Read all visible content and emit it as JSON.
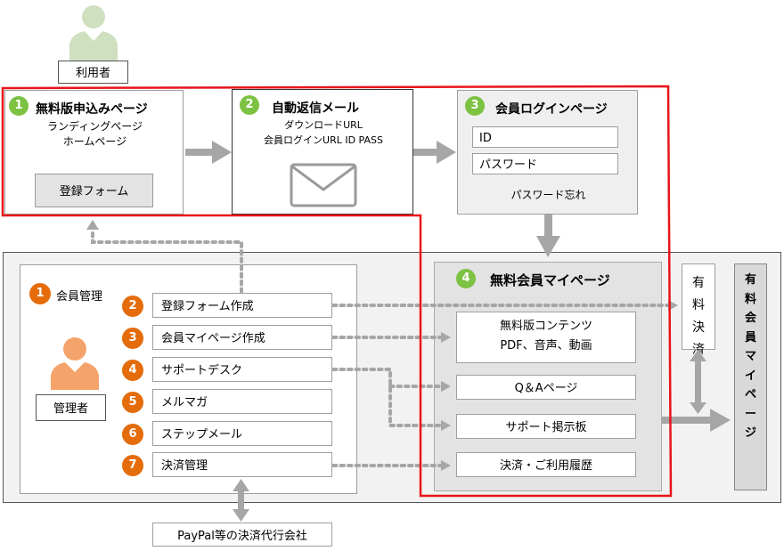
{
  "colors": {
    "highlight_border": "#e8141c",
    "step_green": "#7dc242",
    "step_orange": "#e46c0a",
    "arrow_gray": "#a6a6a6",
    "panel_gray": "#e3e3e3"
  },
  "user": {
    "label": "利用者",
    "icon": "user-silhouette-icon"
  },
  "step1": {
    "num": "1",
    "title": "無料版申込みページ",
    "line1": "ランディングページ",
    "line2": "ホームページ",
    "form_button": "登録フォーム"
  },
  "step2": {
    "num": "2",
    "title": "自動返信メール",
    "line1": "ダウンロードURL",
    "line2": "会員ログインURL  ID PASS",
    "icon": "envelope-icon"
  },
  "step3": {
    "num": "3",
    "title": "会員ログインページ",
    "id_field": "ID",
    "password_field": "パスワード",
    "forgot": "パスワード忘れ"
  },
  "step4": {
    "num": "4",
    "title": "無料会員マイページ",
    "items": [
      {
        "line1": "無料版コンテンツ",
        "line2": "PDF、音声、動画"
      },
      {
        "line1": "Q＆Aページ"
      },
      {
        "line1": "サポート掲示板"
      },
      {
        "line1": "決済・ご利用履歴"
      }
    ]
  },
  "admin": {
    "num": "1",
    "title": "会員管理",
    "label": "管理者",
    "icon": "admin-person-icon",
    "items": [
      {
        "num": "2",
        "label": "登録フォーム作成"
      },
      {
        "num": "3",
        "label": "会員マイページ作成"
      },
      {
        "num": "4",
        "label": "サポートデスク"
      },
      {
        "num": "5",
        "label": "メルマガ"
      },
      {
        "num": "6",
        "label": "ステップメール"
      },
      {
        "num": "7",
        "label": "決済管理"
      }
    ]
  },
  "paid": {
    "label": "有料決済"
  },
  "paid_mypage": {
    "label": "有料会員マイページ"
  },
  "paypal": {
    "label": "PayPal等の決済代行会社"
  }
}
